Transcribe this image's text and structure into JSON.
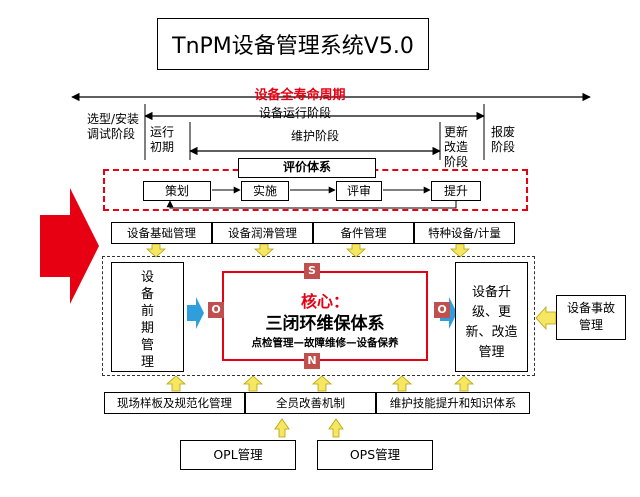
{
  "title": "TnPM设备管理系统V5.0",
  "lifecycle": {
    "title": "设备全寿命周期",
    "run_stage": "设备运行阶段",
    "maintenance_stage": "维护阶段",
    "phases": [
      "选型/安装调试阶段",
      "运行初期",
      "更新改造阶段",
      "报废阶段"
    ]
  },
  "evaluation": {
    "label": "评价体系",
    "steps": [
      "策划",
      "实施",
      "评审",
      "提升"
    ]
  },
  "categories": [
    "设备基础管理",
    "设备润滑管理",
    "备件管理",
    "特种设备/计量"
  ],
  "left_box": "设备前期管理",
  "right_box": "设备升级、更新、改造管理",
  "core": {
    "title": "核心：",
    "system": "三闭环维保体系",
    "subtitle": "点检管理—故障维修—设备保养",
    "marks": {
      "s": "S",
      "n": "N",
      "o_left": "O",
      "o_right": "O"
    }
  },
  "accident_box": "设备事故管理",
  "bottom_row": [
    "现场样板及规范化管理",
    "全员改善机制",
    "维护技能提升和知识体系"
  ],
  "tools": [
    "OPL管理",
    "OPS管理"
  ],
  "colors": {
    "red": "#e60012",
    "arrow_yellow": "#f5e663",
    "arrow_blue": "#2e9fdc",
    "mark_red": "#c0504d"
  }
}
